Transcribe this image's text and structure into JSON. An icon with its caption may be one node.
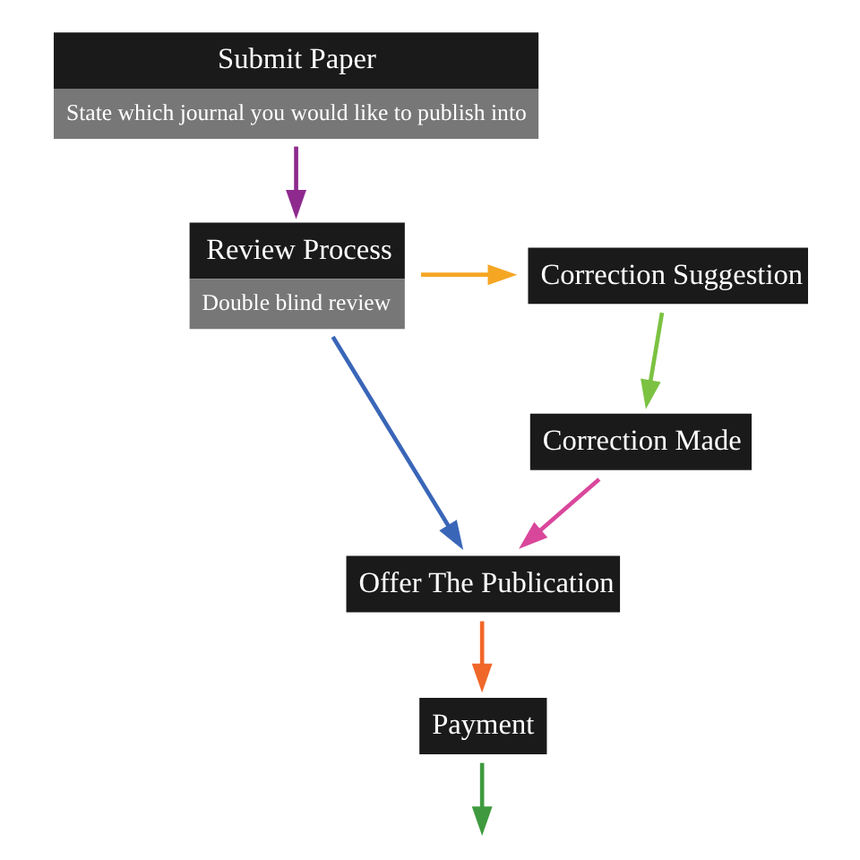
{
  "diagram": {
    "nodes": [
      {
        "text": [
          "Submit Paper",
          "State which journal you would like to publish into"
        ]
      },
      {
        "text": [
          "Review Process",
          "Double blind review"
        ]
      },
      {
        "text": [
          "Correction Suggestion"
        ]
      },
      {
        "text": [
          "Correction Made"
        ]
      },
      {
        "text": [
          "Offer The Publication"
        ]
      },
      {
        "text": [
          "Payment"
        ]
      }
    ],
    "edges": [
      {
        "from": 0,
        "to": 1,
        "arrow": "to",
        "color": "#8e2a8e"
      },
      {
        "from": 1,
        "to": 2,
        "arrow": "to",
        "color": "#f5a623"
      },
      {
        "from": 2,
        "to": 3,
        "arrow": "to",
        "color": "#7cc242"
      },
      {
        "from": 3,
        "to": 4,
        "arrow": "to",
        "color": "#d9479b"
      },
      {
        "from": 1,
        "to": 4,
        "arrow": "to",
        "color": "#3a66b8"
      },
      {
        "from": 4,
        "to": 5,
        "arrow": "to",
        "color": "#f0672a"
      },
      {
        "from": 5,
        "to": null,
        "arrow": "to",
        "color": "#3f9a3f"
      }
    ]
  }
}
